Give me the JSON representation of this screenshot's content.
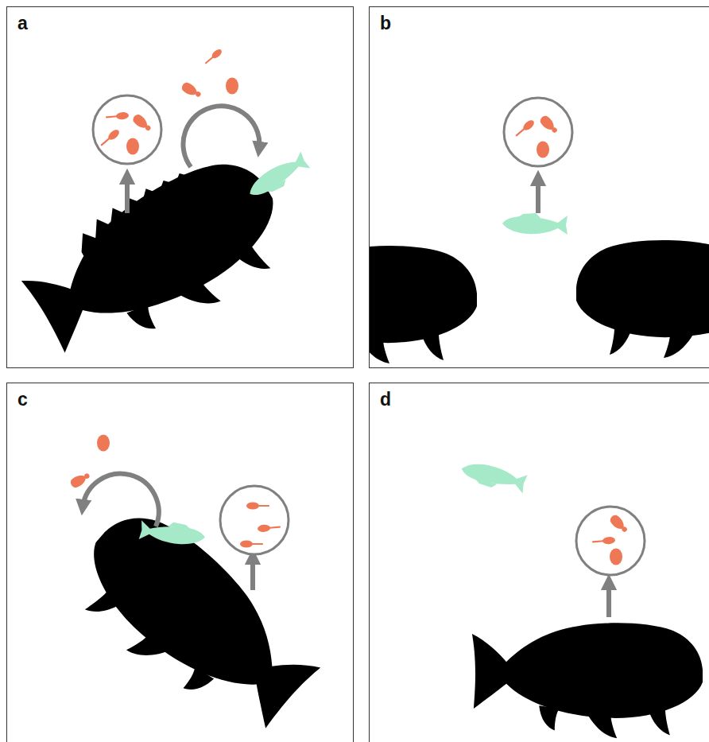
{
  "diagram": {
    "nodes": [
      {
        "text": [
          "a"
        ]
      },
      {
        "text": [
          "b"
        ]
      },
      {
        "text": [
          "c"
        ]
      },
      {
        "text": [
          "d"
        ]
      }
    ]
  }
}
